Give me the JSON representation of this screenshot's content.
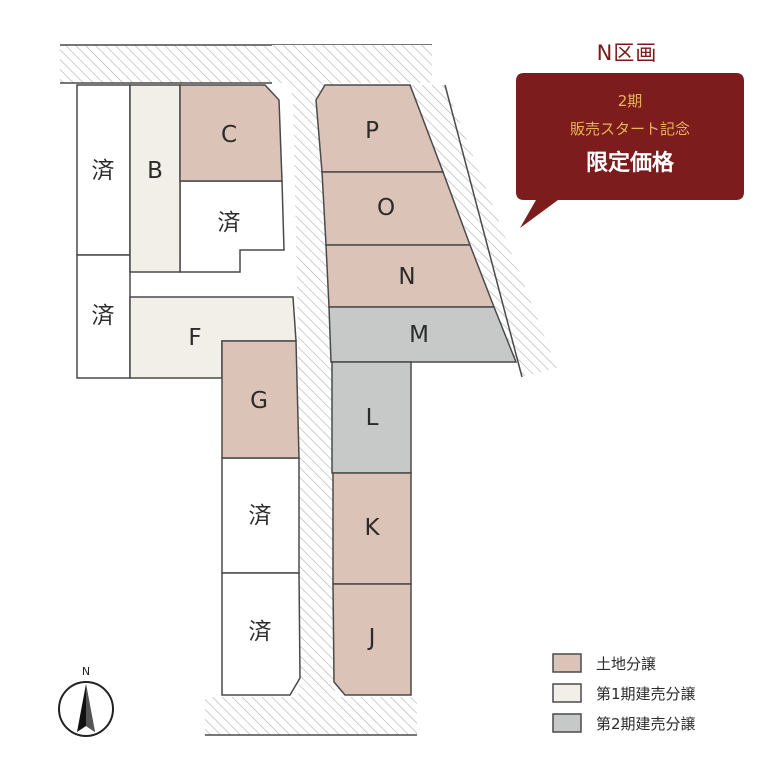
{
  "colors": {
    "land_sale": "#dcc3b8",
    "phase1_built": "#f1efe7",
    "phase2_built": "#c7c9c9",
    "sold": "#ffffff",
    "outline": "#4a4a4a",
    "road_hatch": "#9a9a9a",
    "banner_bg": "#7c1c1c",
    "banner_accent": "#e6b45a",
    "title": "#7a1a1a"
  },
  "section_title": "N区画",
  "banner": {
    "line1": "2期",
    "line2": "販売スタート記念",
    "line3": "限定価格"
  },
  "compass": {
    "label": "N",
    "icon": "north-arrow-icon"
  },
  "lots": [
    {
      "id": "B",
      "label": "B",
      "status": "phase1_built"
    },
    {
      "id": "C",
      "label": "C",
      "status": "land_sale"
    },
    {
      "id": "F",
      "label": "F",
      "status": "phase1_built"
    },
    {
      "id": "G",
      "label": "G",
      "status": "land_sale"
    },
    {
      "id": "P",
      "label": "P",
      "status": "land_sale"
    },
    {
      "id": "O",
      "label": "O",
      "status": "land_sale"
    },
    {
      "id": "N",
      "label": "N",
      "status": "land_sale"
    },
    {
      "id": "M",
      "label": "M",
      "status": "phase2_built"
    },
    {
      "id": "L",
      "label": "L",
      "status": "phase2_built"
    },
    {
      "id": "K",
      "label": "K",
      "status": "land_sale"
    },
    {
      "id": "J",
      "label": "J",
      "status": "land_sale"
    }
  ],
  "sold_lots": [
    {
      "id": "sold-1",
      "label": "済"
    },
    {
      "id": "sold-2",
      "label": "済"
    },
    {
      "id": "sold-3",
      "label": "済"
    },
    {
      "id": "sold-4",
      "label": "済"
    },
    {
      "id": "sold-5",
      "label": "済"
    }
  ],
  "legend": [
    {
      "label": "土地分譲",
      "status": "land_sale"
    },
    {
      "label": "第1期建売分譲",
      "status": "phase1_built"
    },
    {
      "label": "第2期建売分譲",
      "status": "phase2_built"
    }
  ]
}
